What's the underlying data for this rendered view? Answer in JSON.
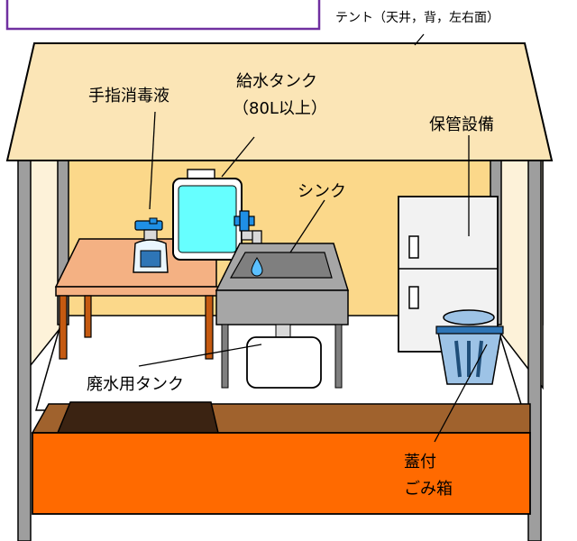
{
  "labels": {
    "tent": "テント（天井，背，左右面）",
    "sanitizer": "手指消毒液",
    "water_tank_line1": "給水タンク",
    "water_tank_line2": "（80L以上）",
    "storage": "保管設備",
    "sink": "シンク",
    "waste_tank": "廃水用タンク",
    "trash_line1": "蓋付",
    "trash_line2": "ごみ箱"
  },
  "colors": {
    "tent_roof": "#fbe5b6",
    "back_wall": "#fbd88a",
    "side_wall": "#fdf2d9",
    "floor": "#ffffff",
    "pole": "#9e9e9e",
    "table_top": "#f4b183",
    "table_leg": "#c55a11",
    "sink": "#a6a6a6",
    "water_tank": "#66ffff",
    "faucet": "#1f8fe5",
    "counter_top": "#a0622d",
    "counter_front": "#ff6a00",
    "dark_opening": "#3b2312",
    "trash_can": "#2e75b6",
    "cabinet": "#f2f2f2",
    "purple_box": "#7030a0"
  },
  "icons": [
    "spray-bottle-icon",
    "water-tank-icon",
    "faucet-icon",
    "water-drop-icon",
    "sink-icon",
    "refrigerator-icon",
    "trash-can-icon",
    "waste-tank-icon"
  ]
}
